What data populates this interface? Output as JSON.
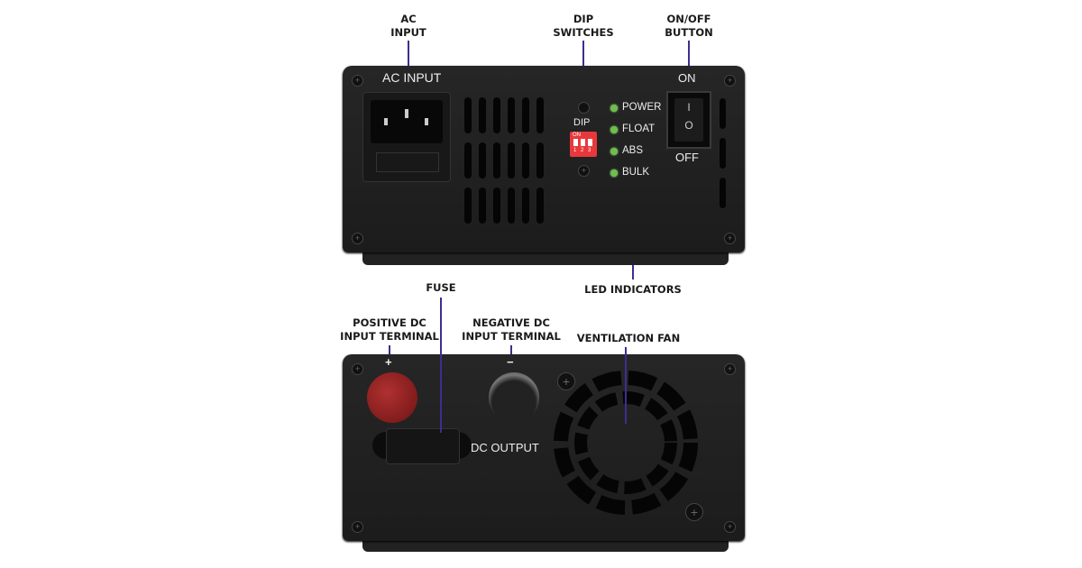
{
  "callouts": {
    "ac_input": "AC\nINPUT",
    "dip_switches": "DIP\nSWITCHES",
    "on_off_button": "ON/OFF\nBUTTON",
    "led_indicators": "LED INDICATORS",
    "fuse": "FUSE",
    "positive_dc": "POSITIVE DC\nINPUT TERMINAL",
    "negative_dc": "NEGATIVE DC\nINPUT TERMINAL",
    "ventilation_fan": "VENTILATION FAN"
  },
  "front_panel": {
    "ac_input": "AC INPUT",
    "dip": "DIP",
    "dip_on": "ON",
    "dip_numbers": [
      "1",
      "2",
      "3"
    ],
    "on": "ON",
    "off": "OFF",
    "switch_i": "I",
    "switch_o": "O",
    "leds": [
      "POWER",
      "FLOAT",
      "ABS",
      "BULK"
    ]
  },
  "rear_panel": {
    "plus": "+",
    "minus": "−",
    "dc_output": "DC OUTPUT"
  },
  "colors": {
    "callout_line": "#3b2f8f",
    "led": "#6fbf4a",
    "dip": "#e8383c",
    "positive_terminal": "#8e1c1c"
  }
}
